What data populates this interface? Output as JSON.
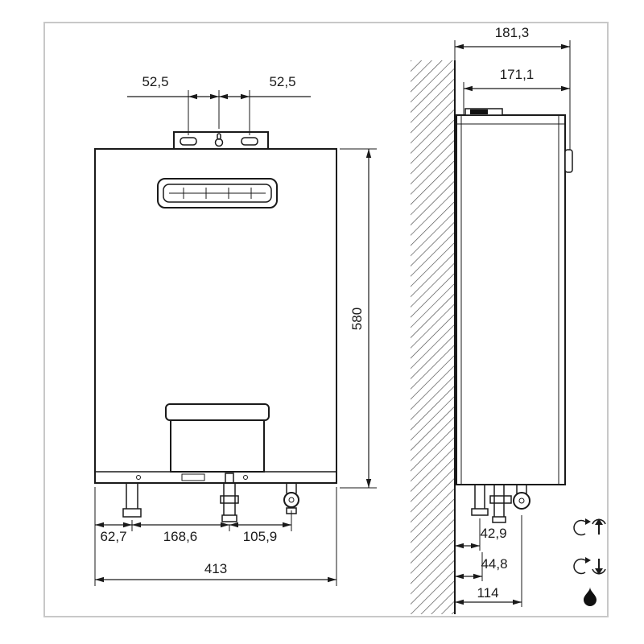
{
  "front_view": {
    "dims": {
      "top_left": "52,5",
      "top_right": "52,5",
      "height": "580",
      "bottom_left": "62,7",
      "bottom_center": "168,6",
      "bottom_right": "105,9",
      "width": "413"
    }
  },
  "side_view": {
    "dims": {
      "depth_total": "181,3",
      "depth_case": "171,1",
      "offset_1": "42,9",
      "offset_2": "44,8",
      "depth_bottom": "114"
    }
  },
  "icons": {
    "row1": "circulation-up",
    "row2": "circulation-down",
    "row3": "flame"
  },
  "colors": {
    "line": "#1a1a1a",
    "border": "#c8c8c8",
    "hatch": "#4a4a4a"
  }
}
